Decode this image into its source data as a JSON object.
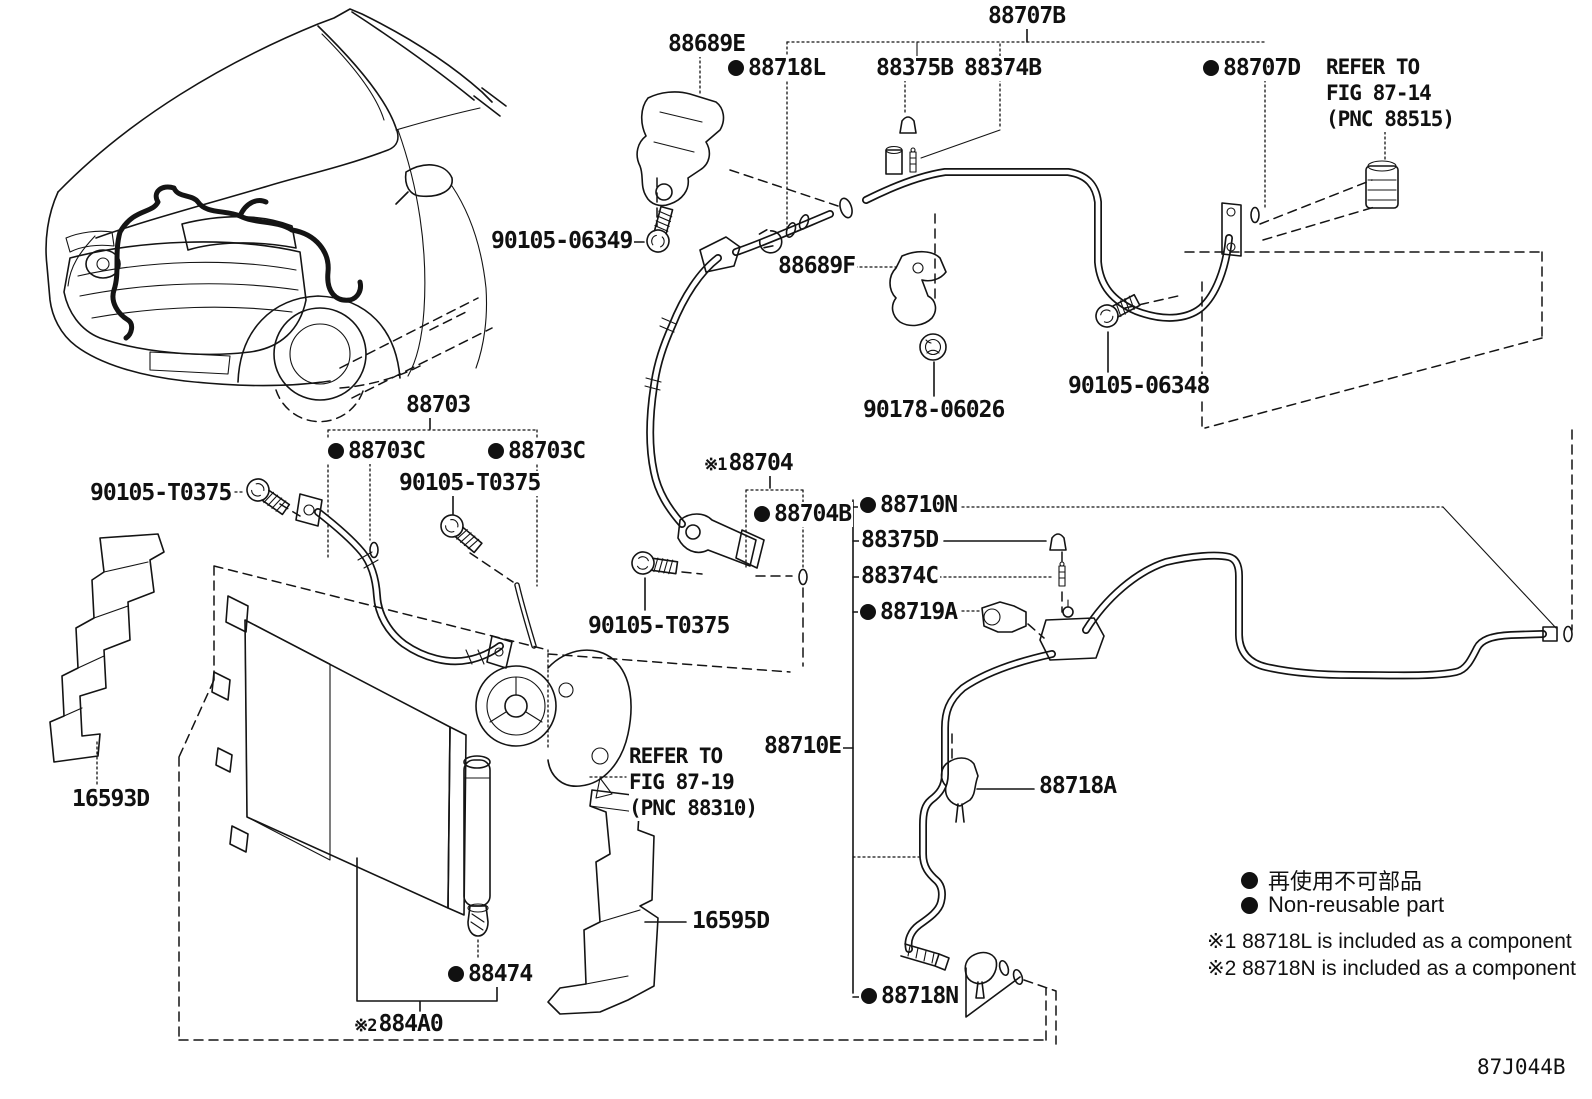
{
  "figure": {
    "code": "87J044B"
  },
  "legend": {
    "ja": "再使用不可部品",
    "en": "Non-reusable part"
  },
  "notes": [
    {
      "text": "※1 88718L is included as a component"
    },
    {
      "text": "※2 88718N is included as a component"
    }
  ],
  "refs": {
    "fig14": {
      "l1": "REFER TO",
      "l2": "FIG 87-14",
      "l3": "(PNC 88515)"
    },
    "fig19": {
      "l1": "REFER TO",
      "l2": "FIG 87-19",
      "l3": "(PNC 88310)"
    }
  },
  "labels": [
    {
      "text": "88707B"
    },
    {
      "text": "88689E"
    },
    {
      "text": "88718L",
      "bullet": true
    },
    {
      "text": "88375B"
    },
    {
      "text": "88374B"
    },
    {
      "text": "88707D",
      "bullet": true
    },
    {
      "text": "90105-06349"
    },
    {
      "text": "88689F"
    },
    {
      "text": "90178-06026"
    },
    {
      "text": "90105-06348"
    },
    {
      "text": "88703"
    },
    {
      "text": "88703C",
      "bullet": true
    },
    {
      "text": "88703C",
      "bullet": true
    },
    {
      "text": "90105-T0375"
    },
    {
      "text": "90105-T0375"
    },
    {
      "prefix": "※1",
      "text": "88704"
    },
    {
      "text": "88704B",
      "bullet": true
    },
    {
      "text": "90105-T0375"
    },
    {
      "text": "88710N",
      "bullet": true
    },
    {
      "text": "88375D"
    },
    {
      "text": "88374C"
    },
    {
      "text": "88719A",
      "bullet": true
    },
    {
      "text": "88710E"
    },
    {
      "text": "88718A"
    },
    {
      "text": "16593D"
    },
    {
      "text": "16595D"
    },
    {
      "text": "88474",
      "bullet": true
    },
    {
      "prefix": "※2",
      "text": "884A0"
    },
    {
      "text": "88718N",
      "bullet": true
    }
  ]
}
